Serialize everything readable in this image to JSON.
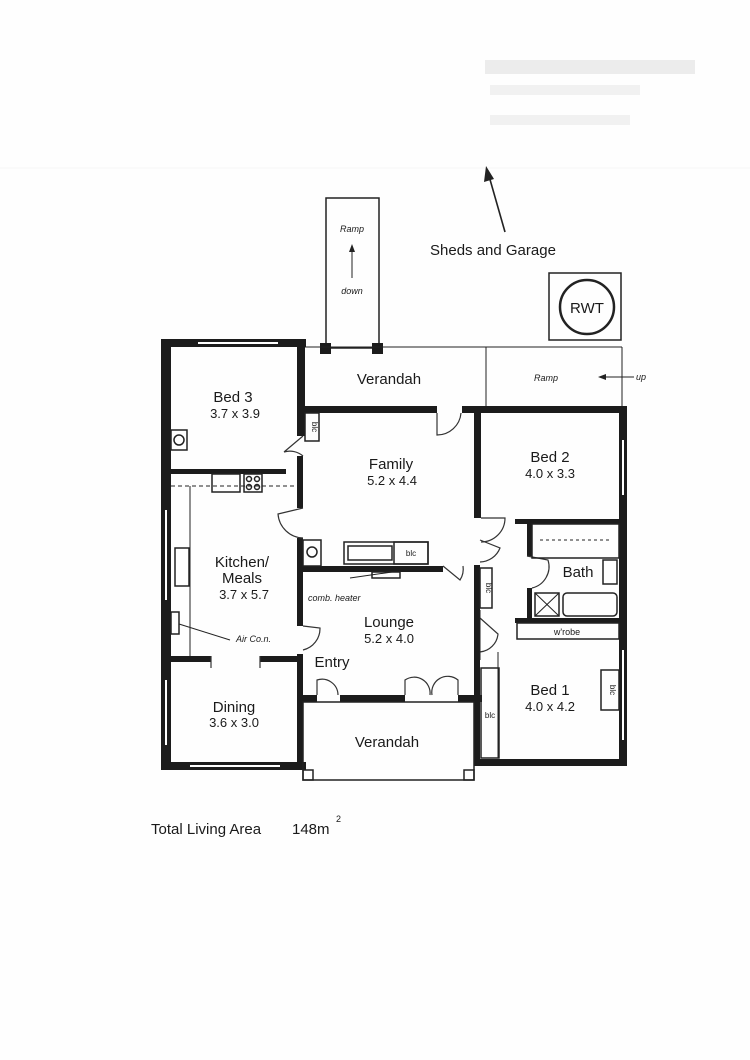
{
  "annotations": {
    "sheds_and_garage": "Sheds and Garage",
    "rwt": "RWT",
    "ramp_top": "Ramp",
    "down": "down",
    "ramp_right": "Ramp",
    "up": "up",
    "total_living_area": "Total Living Area",
    "area_value": "148m",
    "area_superscript": "2"
  },
  "rooms": {
    "verandah_top": {
      "name": "Verandah"
    },
    "bed3": {
      "name": "Bed 3",
      "size": "3.7 x 3.9"
    },
    "family": {
      "name": "Family",
      "size": "5.2 x 4.4"
    },
    "bed2": {
      "name": "Bed 2",
      "size": "4.0 x 3.3"
    },
    "kitchen": {
      "name": "Kitchen/",
      "name2": "Meals",
      "size": "3.7 x 5.7"
    },
    "bath": {
      "name": "Bath"
    },
    "lounge": {
      "name": "Lounge",
      "size": "5.2 x 4.0"
    },
    "entry": {
      "name": "Entry"
    },
    "bed1": {
      "name": "Bed 1",
      "size": "4.0 x 4.2"
    },
    "dining": {
      "name": "Dining",
      "size": "3.6 x 3.0"
    },
    "verandah_bottom": {
      "name": "Verandah"
    }
  },
  "fixtures": {
    "blc_bed3": "blc",
    "blc_family": "blc",
    "blc_lounge_side": "blc",
    "blc_bed1_left": "blc",
    "blc_bed1_right": "blc",
    "comb_heater": "comb. heater",
    "air_con": "Air Co.n.",
    "wrobe": "w'robe"
  }
}
